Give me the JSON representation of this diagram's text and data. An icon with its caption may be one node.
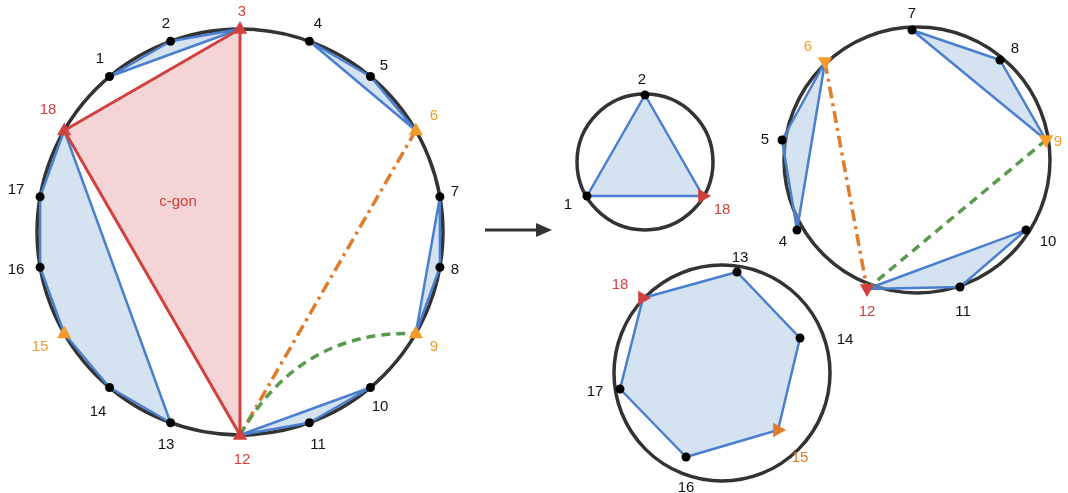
{
  "diagram": {
    "nodes": [
      {
        "text": [
          "c-gon"
        ]
      }
    ],
    "labels": [
      "1",
      "2",
      "3",
      "4",
      "5",
      "6",
      "7",
      "8",
      "9",
      "10",
      "11",
      "12",
      "13",
      "14",
      "15",
      "16",
      "17",
      "18",
      "2",
      "1",
      "18",
      "7",
      "6",
      "8",
      "5",
      "9",
      "4",
      "10",
      "12",
      "11",
      "13",
      "18",
      "14",
      "17",
      "15",
      "16"
    ]
  }
}
